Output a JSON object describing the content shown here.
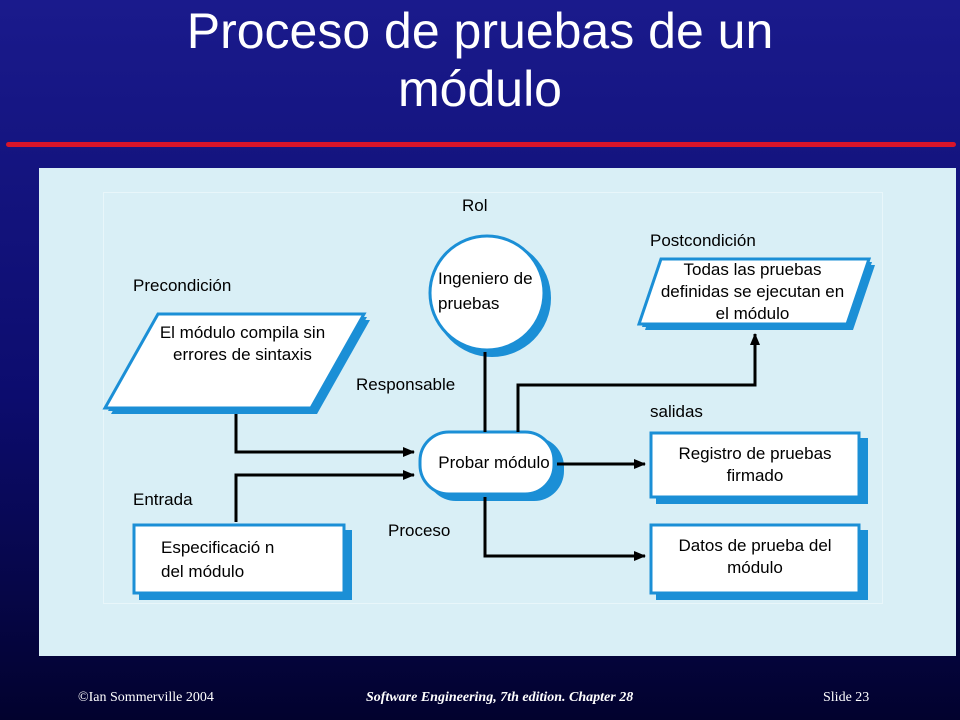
{
  "title": {
    "line1": "Proceso de pruebas de un",
    "line2": "módulo"
  },
  "diagram": {
    "labels": {
      "rol": "Rol",
      "postcondicion": "Postcondición",
      "precondicion": "Precondición",
      "responsable": "Responsable",
      "salidas": "salidas",
      "entrada": "Entrada",
      "proceso": "Proceso"
    },
    "nodes": {
      "precondition": "El módulo compila sin errores de sintaxis",
      "role": "Ingeniero de pruebas",
      "postcondition": "Todas las pruebas definidas se ejecutan en el módulo",
      "process": "Probar módulo",
      "input": "Especificació n del módulo",
      "output1": "Registro de pruebas firmado",
      "output2": "Datos de prueba del módulo"
    }
  },
  "footer": {
    "left": "©Ian Sommerville 2004",
    "center": "Software Engineering, 7th edition. Chapter 28",
    "right": "Slide  23"
  }
}
